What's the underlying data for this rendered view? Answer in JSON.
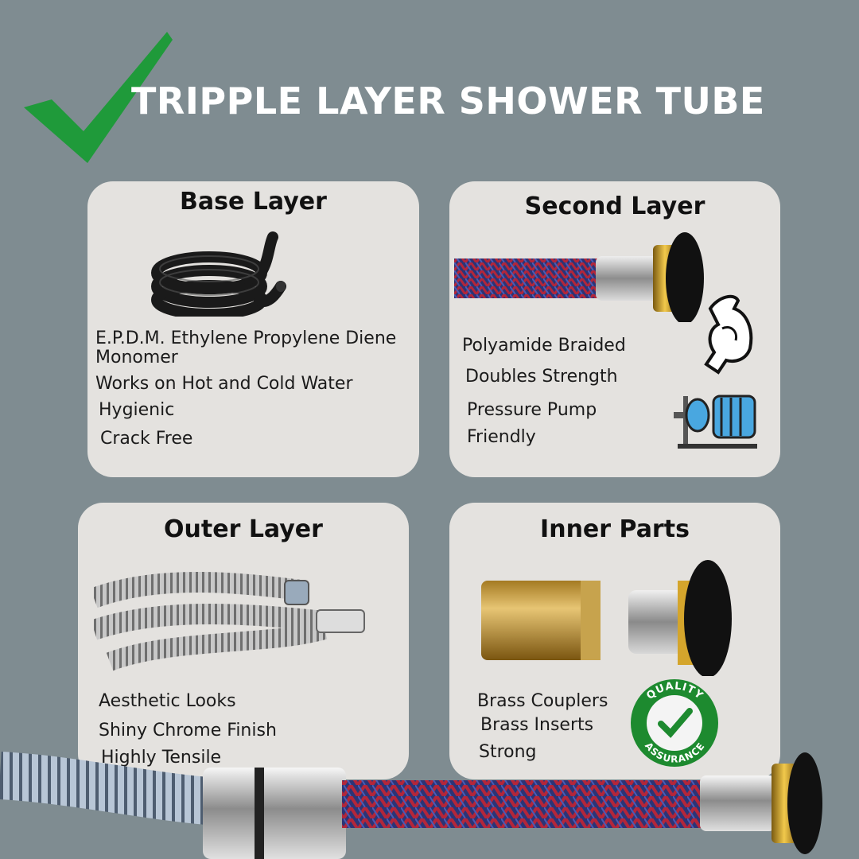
{
  "title": "TRIPPLE LAYER SHOWER TUBE",
  "icons": {
    "check": "green-checkmark-icon",
    "muscle": "flexed-arm-icon",
    "pump": "pressure-pump-icon"
  },
  "colors": {
    "background": "#7f8c91",
    "card": "#e4e2df",
    "check_green": "#1f9a3a",
    "title_text": "#ffffff"
  },
  "cards": {
    "base": {
      "title": "Base Layer",
      "features": [
        "E.P.D.M. Ethylene Propylene Diene",
        "Monomer",
        "Works on Hot and Cold Water",
        "Hygienic",
        "Crack Free"
      ]
    },
    "second": {
      "title": "Second Layer",
      "features": [
        "Polyamide Braided",
        "Doubles Strength",
        "Pressure Pump",
        "Friendly"
      ]
    },
    "outer": {
      "title": "Outer Layer",
      "features": [
        "Aesthetic Looks",
        "Shiny Chrome Finish",
        "Highly Tensile"
      ]
    },
    "inner": {
      "title": "Inner Parts",
      "features": [
        "Brass Couplers",
        "Brass Inserts",
        "Strong"
      ]
    }
  },
  "badge": {
    "top_text": "QUALITY",
    "bottom_text": "ASSURANCE"
  }
}
